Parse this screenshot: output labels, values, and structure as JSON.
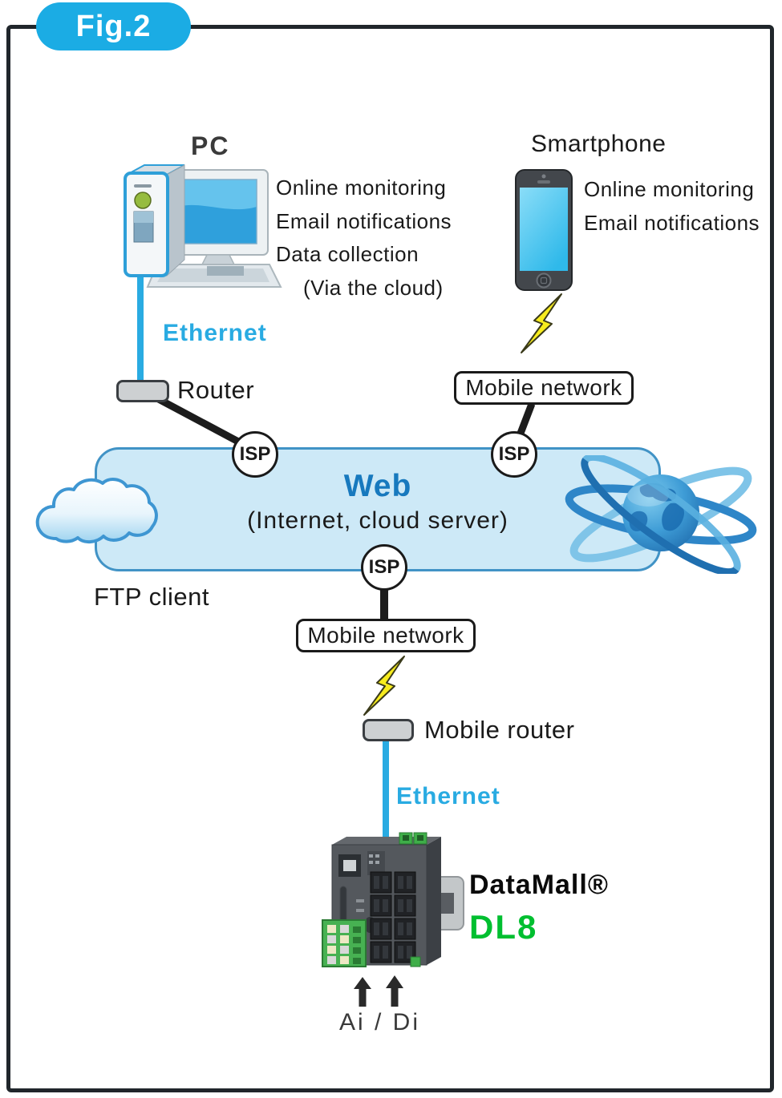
{
  "figure_label": "Fig.2",
  "pc": {
    "title": "PC",
    "features": [
      "Online monitoring",
      "Email notifications",
      "Data collection",
      "(Via the cloud)"
    ]
  },
  "smartphone": {
    "title": "Smartphone",
    "features": [
      "Online monitoring",
      "Email notifications"
    ]
  },
  "network": {
    "ethernet_pc": "Ethernet",
    "ethernet_dl8": "Ethernet",
    "router": "Router",
    "mobile_router": "Mobile router",
    "mobile_network_smartphone": "Mobile network",
    "mobile_network_dl8": "Mobile network",
    "isp": "ISP"
  },
  "web": {
    "title": "Web",
    "subtitle": "(Internet, cloud server)",
    "ftp_client": "FTP client"
  },
  "device": {
    "brand": "DataMall®",
    "model": "DL8",
    "io_label": "Ai / Di"
  },
  "icons": {
    "lightning": "wireless-link-lightning",
    "cloud": "cloud",
    "globe": "orbit-globe",
    "arrow_up": "input-arrow-up"
  },
  "colors": {
    "accent_cyan": "#29ABE2",
    "badge_cyan": "#1BACE4",
    "web_band_fill": "#CDE9F7",
    "web_band_border": "#4193C6",
    "web_title_blue": "#1779BE",
    "dl8_green": "#00BF30",
    "lightning_yellow": "#F7EC1E",
    "frame_black": "#20262B",
    "router_gray": "#CDD0D2"
  }
}
